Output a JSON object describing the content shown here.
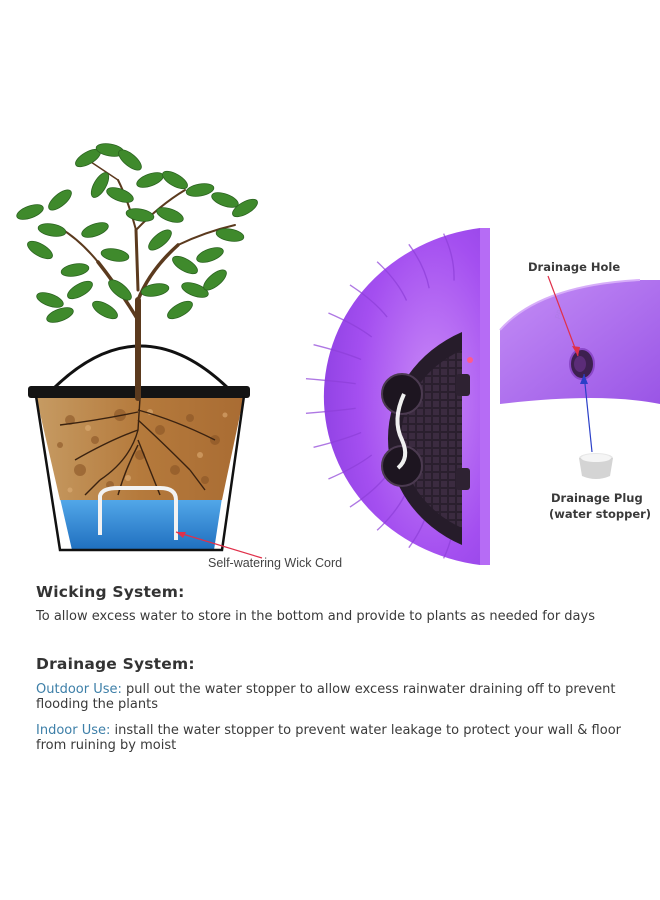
{
  "labels": {
    "wick_cord": "Self-watering Wick Cord",
    "drainage_hole": "Drainage Hole",
    "drainage_plug": "Drainage Plug",
    "drainage_plug_sub": "(water stopper)"
  },
  "wicking": {
    "heading": "Wicking System:",
    "text": "To allow excess water to store in the bottom and provide to plants as needed for days"
  },
  "drainage": {
    "heading": "Drainage System:",
    "outdoor_label": "Outdoor Use:",
    "outdoor_text": " pull out the water stopper to allow excess rainwater draining off to prevent",
    "outdoor_text_2": "flooding the plants",
    "indoor_label": "Indoor Use:",
    "indoor_text": " install the water stopper to prevent water leakage to protect your wall & floor",
    "indoor_text_2": "from ruining by moist"
  },
  "colors": {
    "pot_purple": "#a44ff0",
    "tray_dark": "#2e2232",
    "water_blue": "#2f8bd8",
    "soil_brown": "#b97a3e",
    "leaf_green": "#3f8a2c",
    "arrow_red": "#e0304a",
    "arrow_blue": "#2a3fc8",
    "accent_text": "#3d7fa8"
  }
}
